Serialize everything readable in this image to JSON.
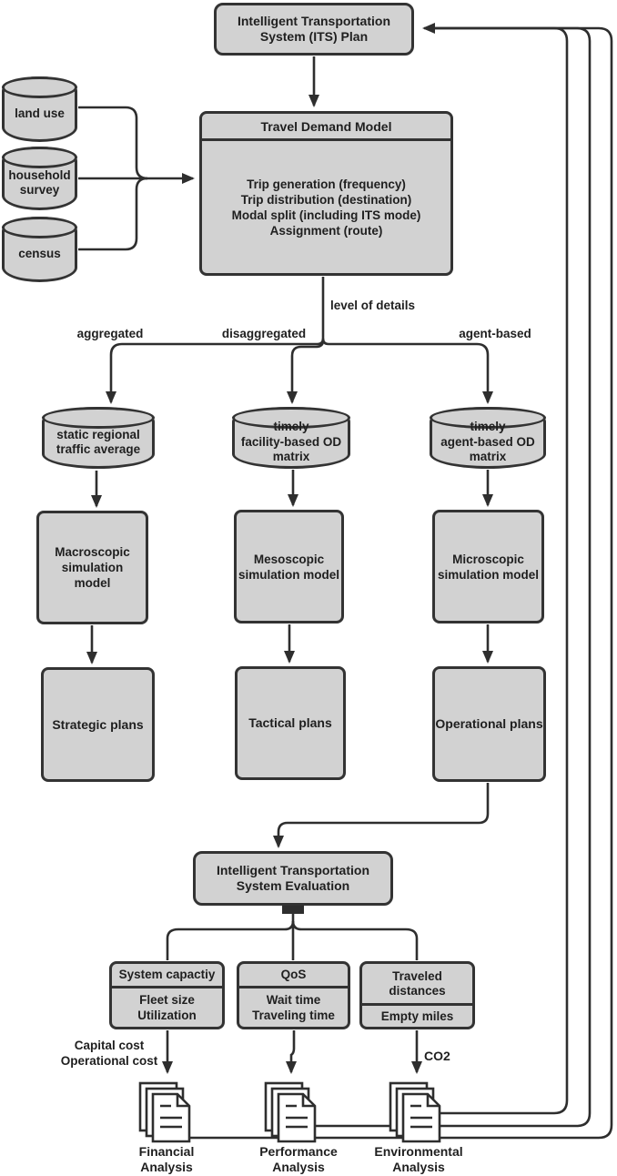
{
  "colors": {
    "box_fill": "#d2d2d2",
    "line": "#303030",
    "text": "#1f1f1f",
    "background": "#ffffff"
  },
  "top_box": "Intelligent Transportation\nSystem (ITS) Plan",
  "data_sources": [
    "land use",
    "household\nsurvey",
    "census"
  ],
  "travel_demand_model": {
    "title": "Travel Demand Model",
    "steps": "Trip generation (frequency)\nTrip distribution (destination)\nModal split (including ITS mode)\nAssignment (route)"
  },
  "level_label": "level of details",
  "branches": [
    "aggregated",
    "disaggregated",
    "agent-based"
  ],
  "columns": [
    {
      "datastore": "static regional\ntraffic average",
      "model": "Macroscopic\nsimulation\nmodel",
      "plan": "Strategic plans"
    },
    {
      "datastore": "timely\nfacility-based OD\nmatrix",
      "model": "Mesoscopic\nsimulation model",
      "plan": "Tactical plans"
    },
    {
      "datastore": "timely\nagent-based OD\nmatrix",
      "model": "Microscopic\nsimulation model",
      "plan": "Operational plans"
    }
  ],
  "evaluation_box": "Intelligent Transportation\nSystem Evaluation",
  "kpi_boxes": [
    {
      "header": "System capactiy",
      "metrics": "Fleet size\nUtilization"
    },
    {
      "header": "QoS",
      "metrics": "Wait time\nTraveling time"
    },
    {
      "header": "Traveled\ndistances",
      "metrics": "Empty miles"
    }
  ],
  "cost_label": "Capital cost\nOperational cost",
  "co2_label": "CO2",
  "analyses": [
    "Financial\nAnalysis",
    "Performance\nAnalysis",
    "Environmental\nAnalysis"
  ]
}
